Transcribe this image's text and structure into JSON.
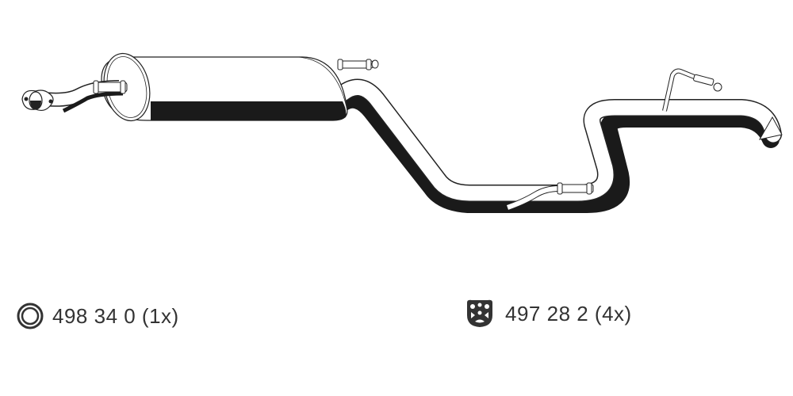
{
  "diagram": {
    "title": "Exhaust system rear section",
    "colors": {
      "outline": "#222222",
      "fill": "#ffffff",
      "shadow": "#1a1a1a"
    }
  },
  "legend": [
    {
      "icon": "seal-ring-icon",
      "label": "498 34 0 (1x)"
    },
    {
      "icon": "rubber-hanger-icon",
      "label": "497 28 2 (4x)"
    }
  ]
}
